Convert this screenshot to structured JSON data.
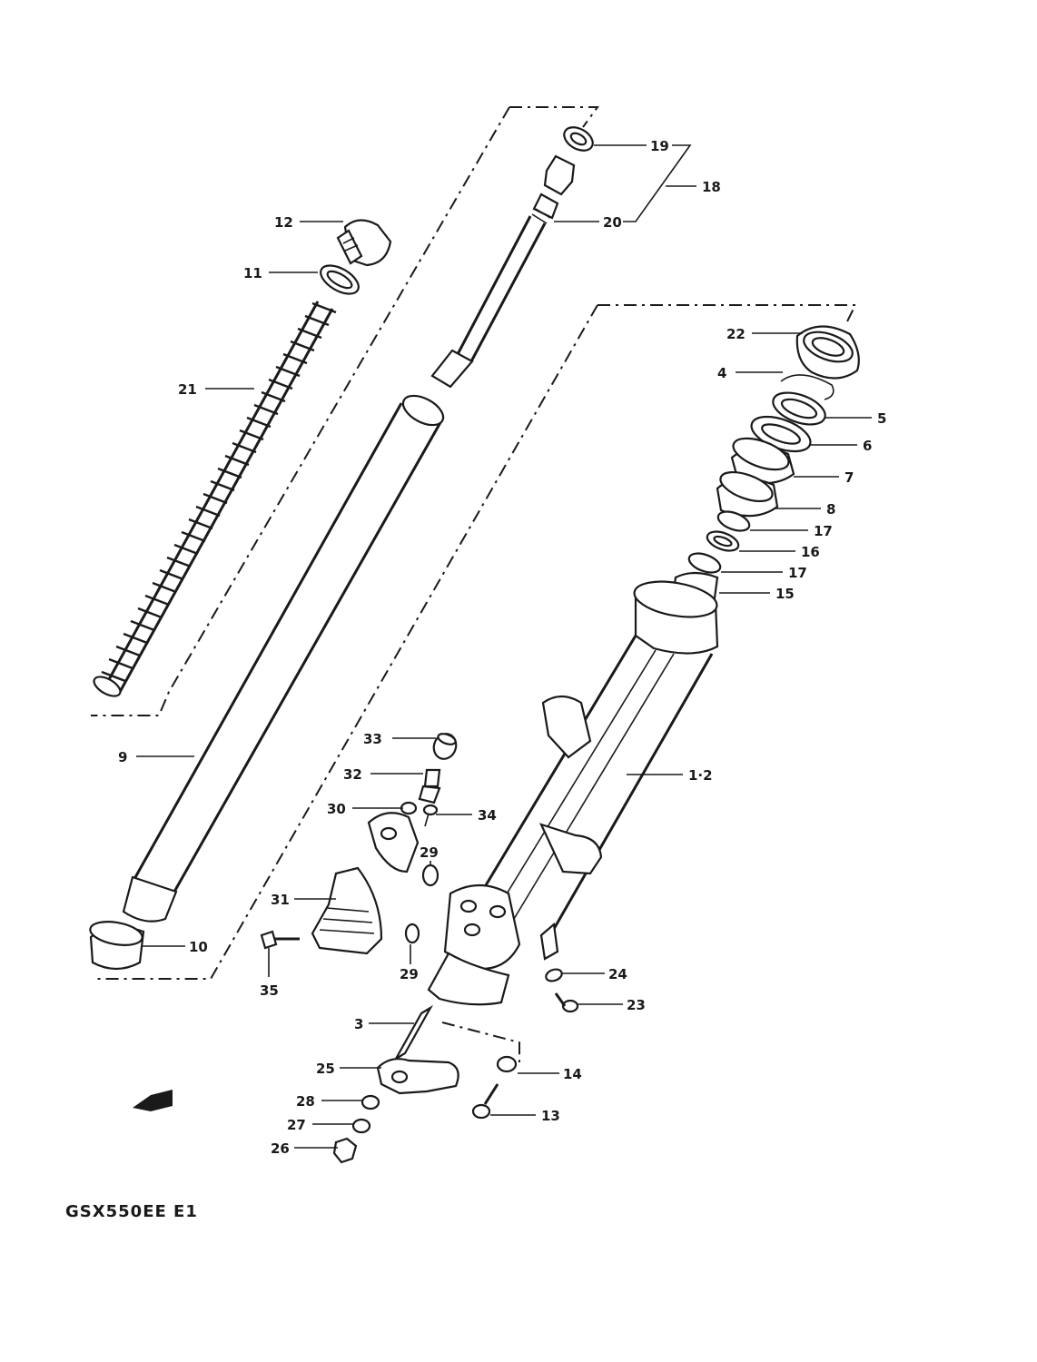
{
  "diagram": {
    "model_code": "GSX550EE E1",
    "callouts": {
      "c19": "19",
      "c18": "18",
      "c20": "20",
      "c12": "12",
      "c11": "11",
      "c21": "21",
      "c22": "22",
      "c4": "4",
      "c5": "5",
      "c6": "6",
      "c7": "7",
      "c8": "8",
      "c17a": "17",
      "c16": "16",
      "c17b": "17",
      "c15": "15",
      "c9": "9",
      "c33": "33",
      "c32": "32",
      "c1_2": "1·2",
      "c30": "30",
      "c34": "34",
      "c29a": "29",
      "c31": "31",
      "c10": "10",
      "c35": "35",
      "c29b": "29",
      "c24": "24",
      "c23": "23",
      "c3": "3",
      "c25": "25",
      "c14": "14",
      "c28": "28",
      "c13": "13",
      "c27": "27",
      "c26": "26"
    }
  }
}
